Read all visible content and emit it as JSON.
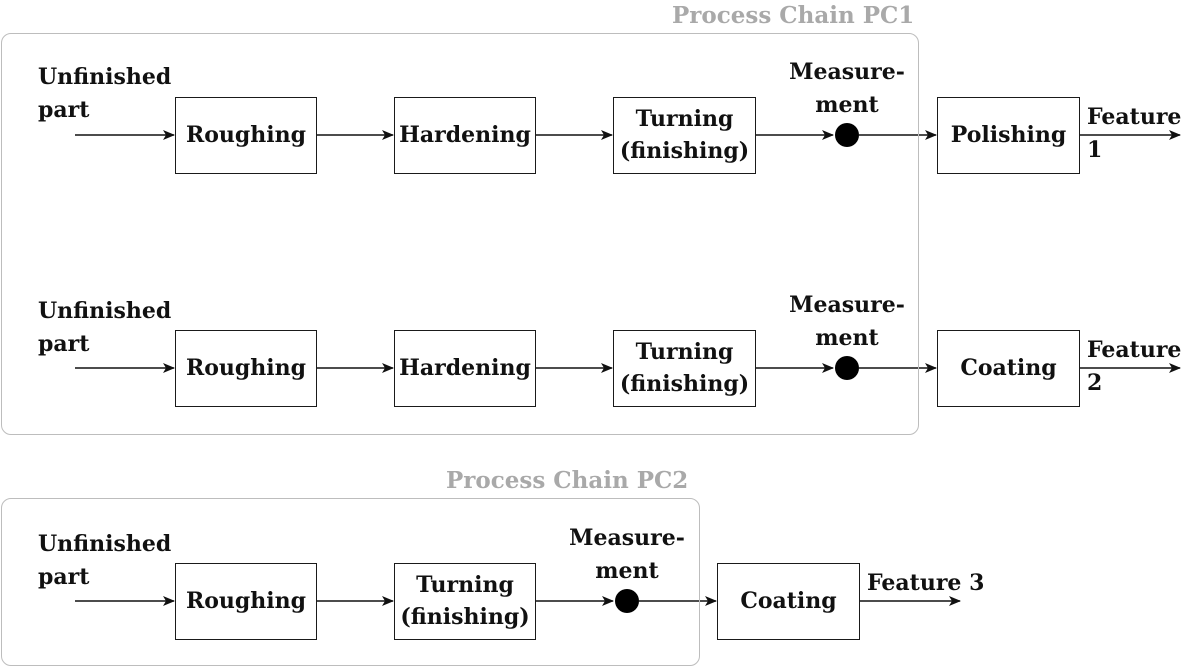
{
  "groups": {
    "pc1": {
      "title": "Process Chain PC1"
    },
    "pc2": {
      "title": "Process Chain PC2"
    }
  },
  "rows": [
    {
      "input_label": "Unfinished\npart",
      "steps": [
        "Roughing",
        "Hardening",
        "Turning\n(finishing)"
      ],
      "measurement_label": "Measure-\nment",
      "final_step": "Polishing",
      "output_label": "Feature 1"
    },
    {
      "input_label": "Unfinished\npart",
      "steps": [
        "Roughing",
        "Hardening",
        "Turning\n(finishing)"
      ],
      "measurement_label": "Measure-\nment",
      "final_step": "Coating",
      "output_label": "Feature 2"
    },
    {
      "input_label": "Unfinished\npart",
      "steps": [
        "Roughing",
        "Turning\n(finishing)"
      ],
      "measurement_label": "Measure-\nment",
      "final_step": "Coating",
      "output_label": "Feature 3"
    }
  ]
}
